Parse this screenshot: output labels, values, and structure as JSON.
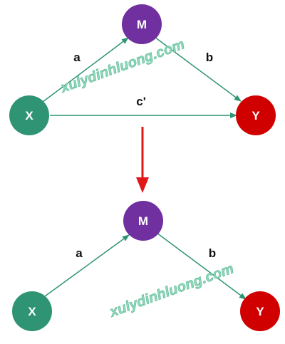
{
  "colors": {
    "x_node": "#2e9474",
    "m_node": "#7030a0",
    "y_node": "#d00000",
    "edge": "#2e9474",
    "transition_arrow": "#e01818",
    "watermark": "#8ed8ba"
  },
  "top_diagram": {
    "x_label": "X",
    "m_label": "M",
    "y_label": "Y",
    "path_a": "a",
    "path_b": "b",
    "path_c": "c'"
  },
  "bottom_diagram": {
    "x_label": "X",
    "m_label": "M",
    "y_label": "Y",
    "path_a": "a",
    "path_b": "b"
  },
  "watermark": {
    "top": "xulydinhluong.com",
    "bottom": "xulydinhluong.com"
  }
}
